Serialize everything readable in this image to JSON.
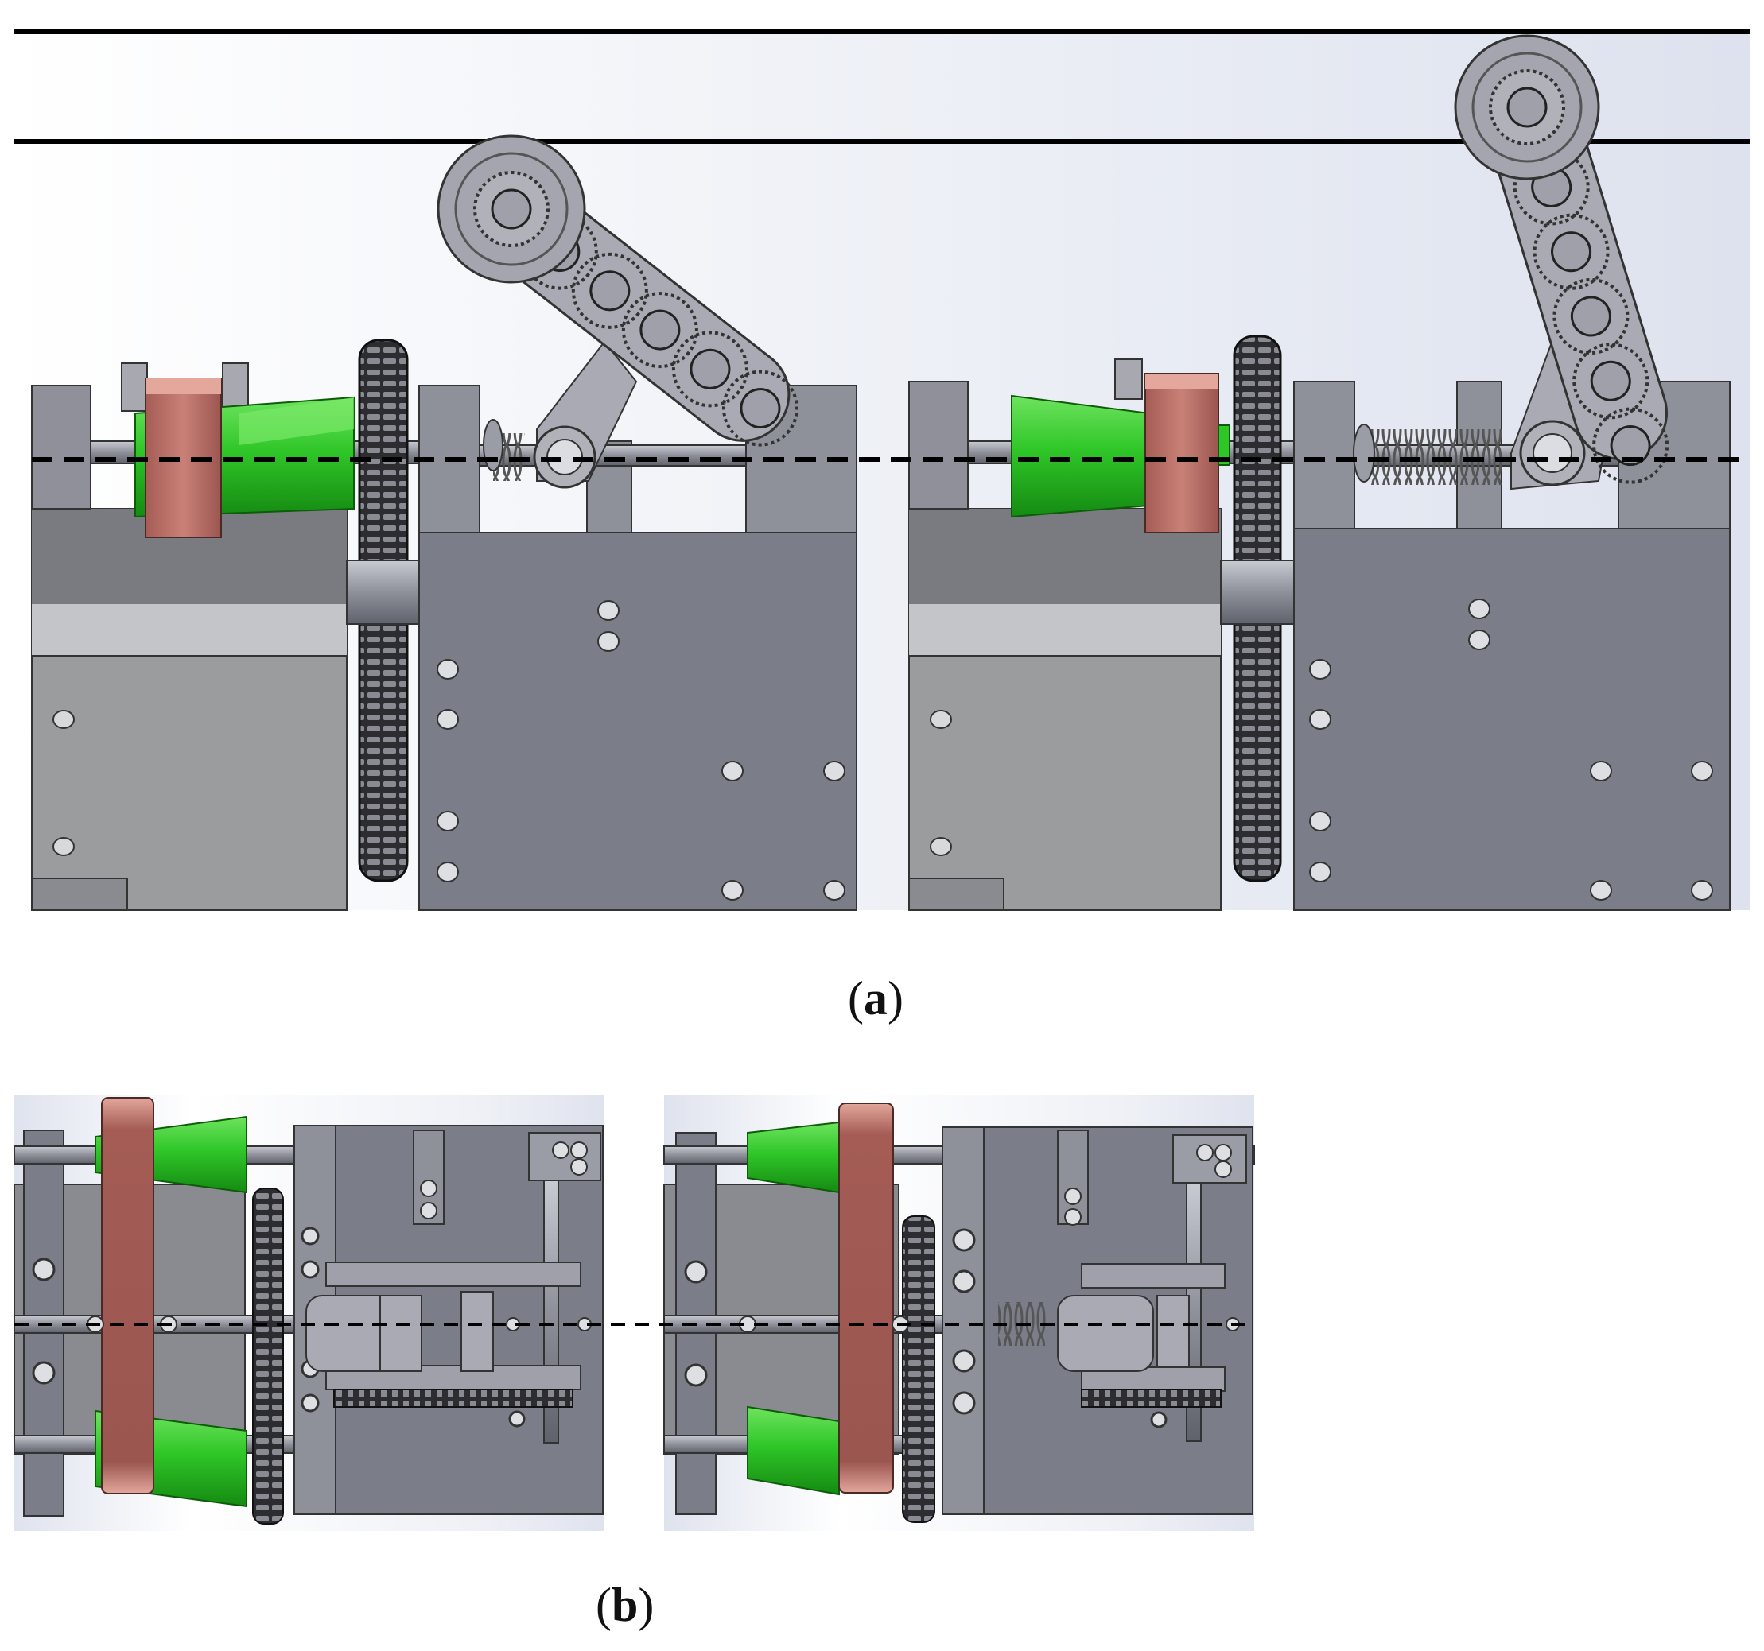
{
  "figure": {
    "panels": [
      {
        "id": "a",
        "caption_open": "(",
        "caption_letter": "a",
        "caption_close": ")",
        "view": "side"
      },
      {
        "id": "b",
        "caption_open": "(",
        "caption_letter": "b",
        "caption_close": ")",
        "view": "top"
      }
    ]
  },
  "colors": {
    "frame": "#7b7d88",
    "frame_dark": "#5e606a",
    "frame_light": "#a7a9b3",
    "cone_green": "#22b81c",
    "cone_green_light": "#6ee35e",
    "cone_green_dark": "#168a12",
    "wheel_red": "#b06a62",
    "wheel_red_light": "#e3a79c",
    "gear_dark": "#2a2a2e",
    "line": "#000000",
    "background_sky": "#e6e9f2"
  }
}
